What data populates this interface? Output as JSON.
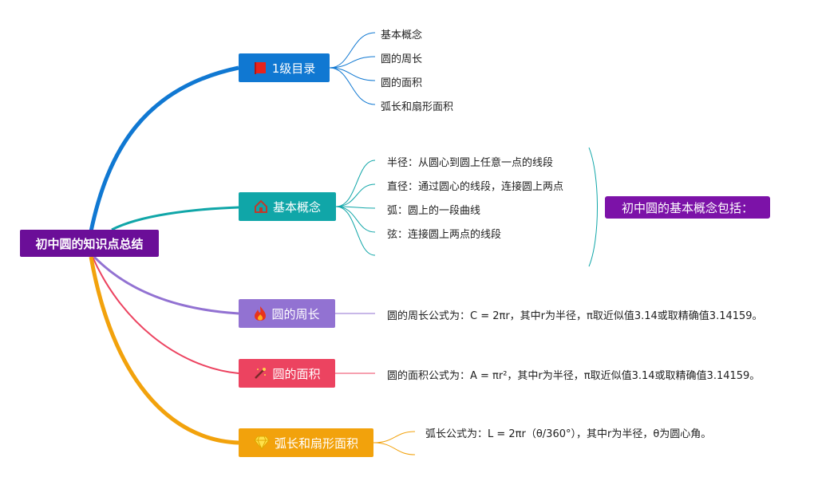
{
  "root": {
    "label": "初中圆的知识点总结",
    "color": "#6b0e98"
  },
  "branches": [
    {
      "label": "1级目录",
      "icon": "red-flag-icon",
      "color": "#1078d2",
      "children": [
        "基本概念",
        "圆的周长",
        "圆的面积",
        "弧长和扇形面积"
      ]
    },
    {
      "label": "基本概念",
      "icon": "house-icon",
      "color": "#10a6a8",
      "children": [
        "半径：从圆心到圆上任意一点的线段",
        "直径：通过圆心的线段，连接圆上两点",
        "弧：圆上的一段曲线",
        "弦：连接圆上两点的线段"
      ],
      "summary": "初中圆的基本概念包括："
    },
    {
      "label": "圆的周长",
      "icon": "fire-icon",
      "color": "#9272d2",
      "children": [
        "圆的周长公式为：C = 2πr，其中r为半径，π取近似值3.14或取精确值3.14159。"
      ]
    },
    {
      "label": "圆的面积",
      "icon": "magic-wand-icon",
      "color": "#ec4360",
      "children": [
        "圆的面积公式为：A = πr²，其中r为半径，π取近似值3.14或取精确值3.14159。"
      ]
    },
    {
      "label": "弧长和扇形面积",
      "icon": "diamond-icon",
      "color": "#f2a20c",
      "children": [
        "弧长公式为：L = 2πr（θ/360°），其中r为半径，θ为圆心角。"
      ]
    }
  ]
}
